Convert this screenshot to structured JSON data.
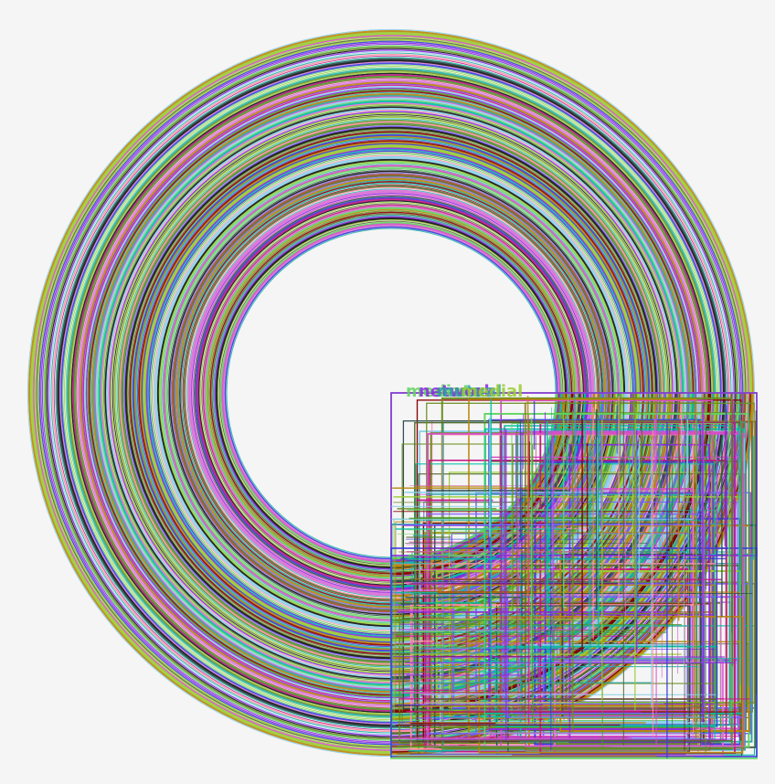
{
  "canvas": {
    "background": "#f5f5f5"
  },
  "palette": [
    "#7c5cff",
    "#5fd35f",
    "#8a2be2",
    "#2ea3a3",
    "#a0522d",
    "#d64fc8",
    "#4c9a2a",
    "#ff8fa3",
    "#3b3bdc",
    "#9acd32",
    "#6b8e23",
    "#20b2aa",
    "#c71585",
    "#556b2f",
    "#87ceeb",
    "#b8860b",
    "#2f4f4f",
    "#da70d6",
    "#00bfa5",
    "#8b0000"
  ],
  "labels": [
    {
      "text": "mediate",
      "color": "#5fd35f"
    },
    {
      "text": "network",
      "color": "#8a2be2"
    },
    {
      "text": "mutual",
      "color": "#2ea3a3"
    },
    {
      "text": "medial",
      "color": "#9acd32"
    }
  ]
}
